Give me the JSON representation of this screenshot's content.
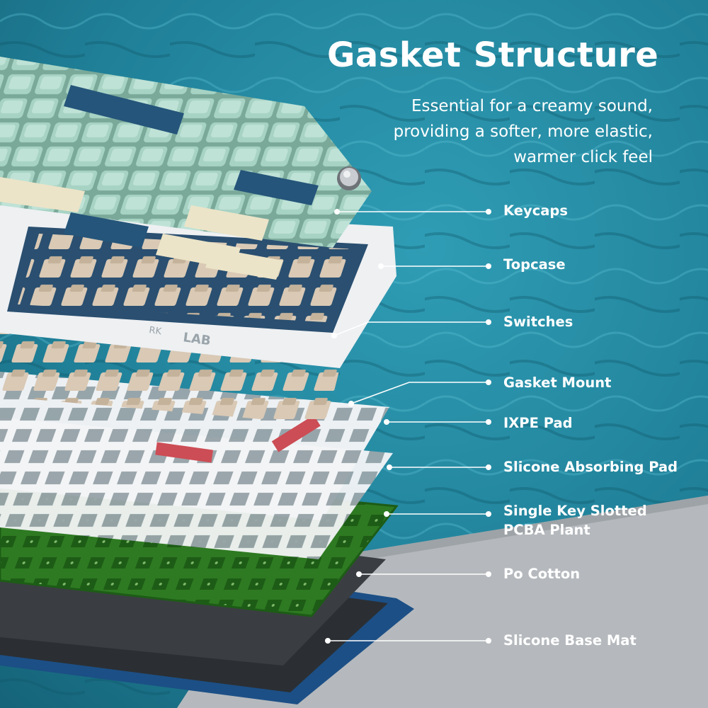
{
  "heading": {
    "title": "Gasket Structure",
    "subtitle_lines": [
      "Essential for a creamy sound,",
      "providing a softer, more elastic,",
      "warmer click feel"
    ]
  },
  "layers": [
    {
      "label": "Keycaps"
    },
    {
      "label": "Topcase"
    },
    {
      "label": "Switches"
    },
    {
      "label": "Gasket Mount"
    },
    {
      "label": "IXPE Pad"
    },
    {
      "label": "Slicone Absorbing Pad"
    },
    {
      "label_lines": [
        "Single Key Slotted",
        "PCBA Plant"
      ]
    },
    {
      "label": "Po Cotton"
    },
    {
      "label": "Slicone Base Mat"
    }
  ],
  "colors": {
    "water": "#1e7d94",
    "keycap_green": "#9ccbbd",
    "keycap_navy": "#25557a",
    "keycap_cream": "#ece4c8",
    "switch_tan": "#d9c9b5",
    "pcb_green": "#2e7a22",
    "gasket_red": "#cc4d55",
    "case_white": "#eef0f2",
    "base_blue": "#1c4f86"
  },
  "icons": [
    "dial-knob-icon",
    "leader-dot-icon"
  ]
}
